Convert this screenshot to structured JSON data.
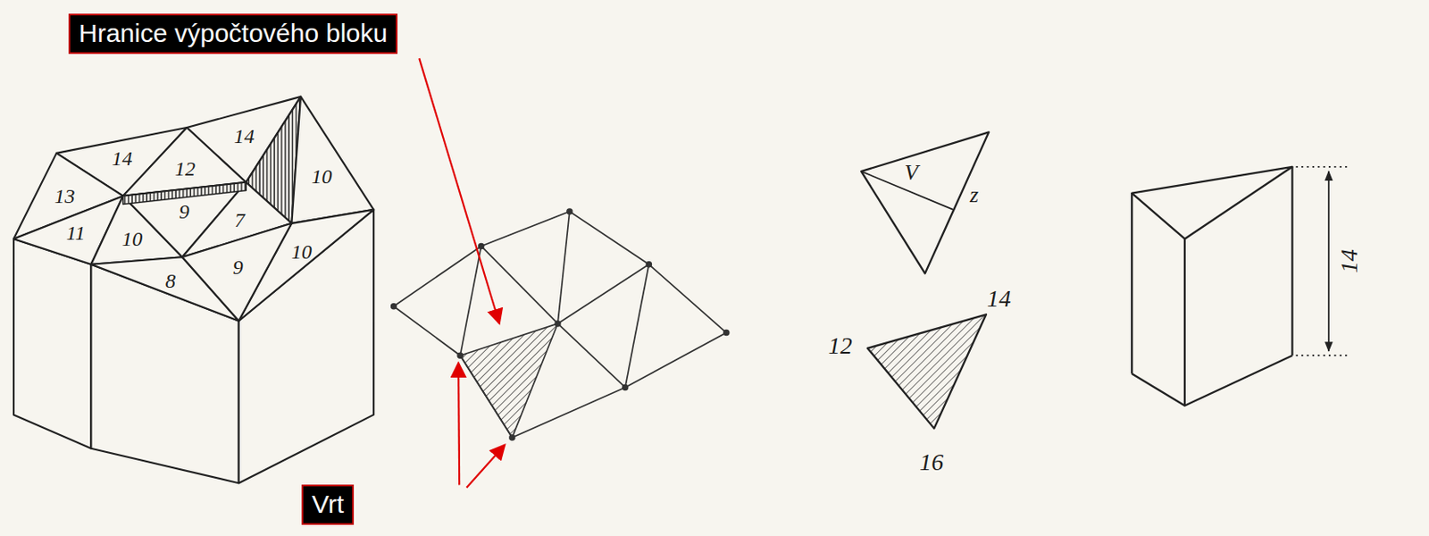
{
  "diagram": {
    "nodes": [
      {
        "text": [
          "Hranice výpočtového bloku"
        ]
      },
      {
        "text": [
          "Vrt"
        ]
      }
    ],
    "labels": [
      "14",
      "14",
      "13",
      "12",
      "10",
      "10",
      "11",
      "10",
      "9",
      "7",
      "8",
      "9",
      "V",
      "z",
      "12",
      "14",
      "16",
      "14"
    ]
  }
}
